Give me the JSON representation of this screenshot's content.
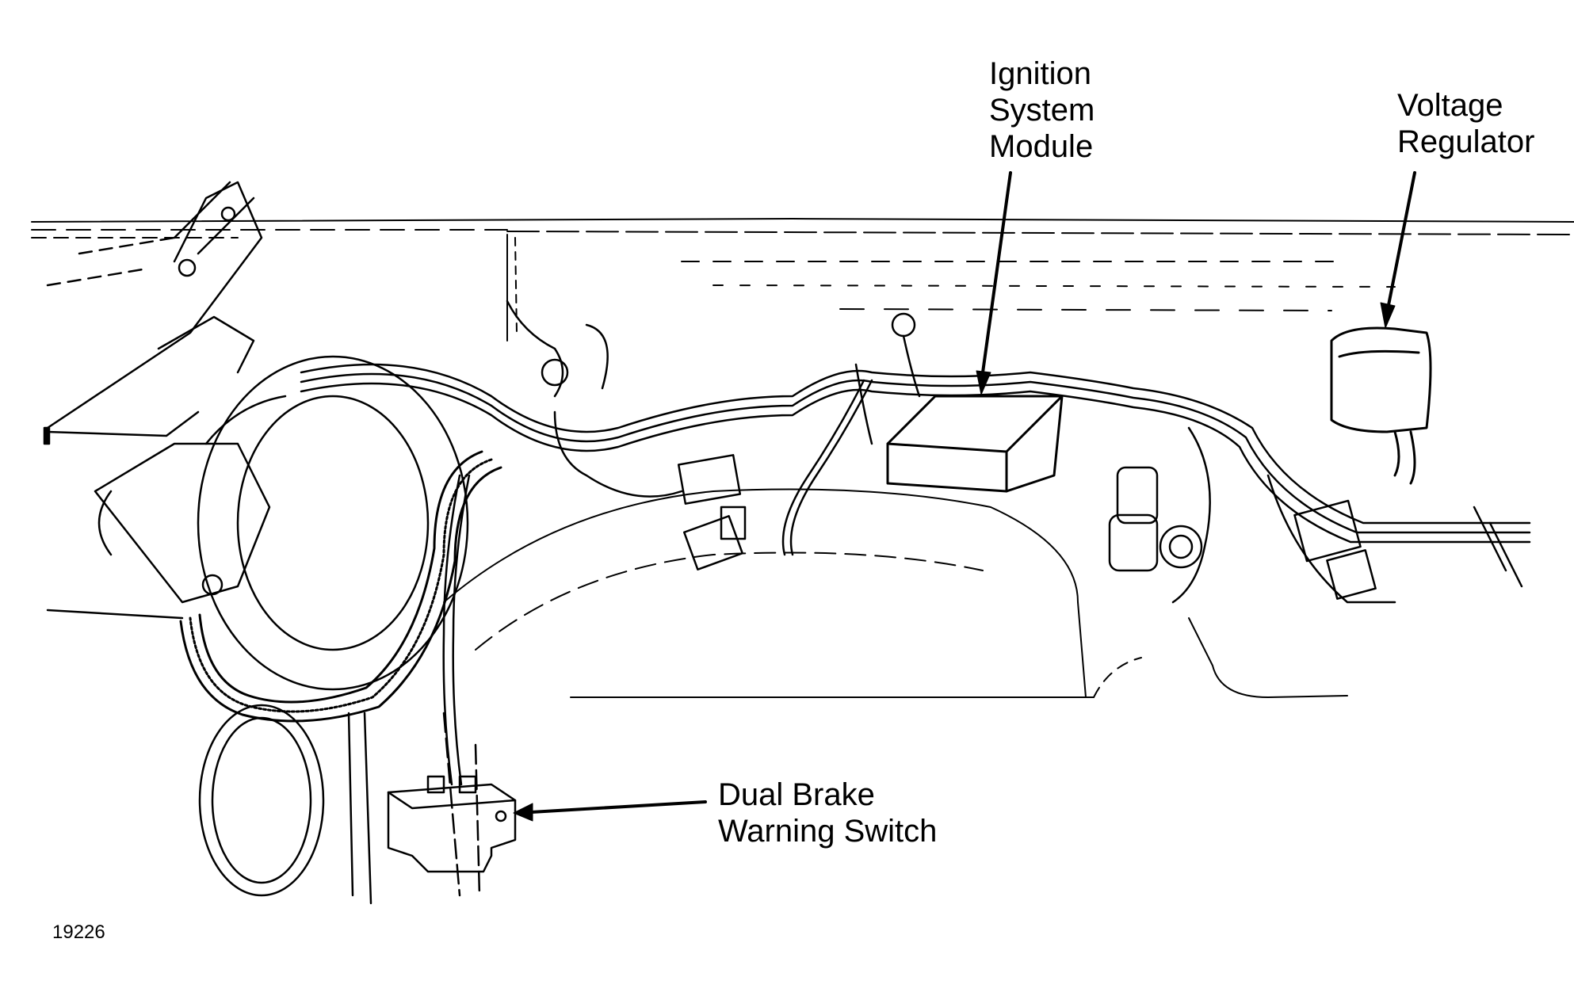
{
  "callouts": {
    "ignition_module": [
      "Ignition",
      "System",
      "Module"
    ],
    "voltage_regulator": [
      "Voltage",
      "Regulator"
    ],
    "dual_brake_switch": [
      "Dual Brake",
      "Warning Switch"
    ]
  },
  "figure_number": "19226",
  "colors": {
    "ink": "#000000",
    "paper": "#ffffff"
  }
}
